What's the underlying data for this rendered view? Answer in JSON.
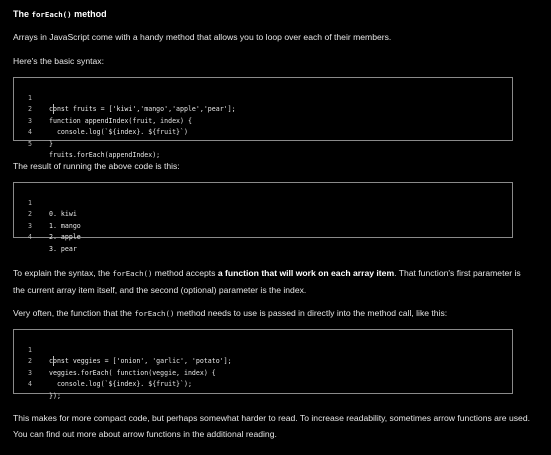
{
  "heading": {
    "prefix": "The ",
    "code": "forEach()",
    "suffix": " method"
  },
  "intro": "Arrays in JavaScript come with a handy method that allows you to loop over each of their members.",
  "syntax_label": "Here's the basic syntax:",
  "code_block_1": [
    {
      "num": "1",
      "text": "const fruits = ['kiwi','mango','apple','pear'];"
    },
    {
      "num": "2",
      "text": "function appendIndex(fruit, index) {"
    },
    {
      "num": "3",
      "text": "  console.log(`${index}. ${fruit}`)"
    },
    {
      "num": "4",
      "text": "}"
    },
    {
      "num": "5",
      "text": "fruits.forEach(appendIndex);"
    }
  ],
  "result_label": "The result of running the above code is this:",
  "code_block_2": [
    {
      "num": "1",
      "text": "0. kiwi"
    },
    {
      "num": "2",
      "text": "1. mango"
    },
    {
      "num": "3",
      "text": "2. apple"
    },
    {
      "num": "4",
      "text": "3. pear"
    }
  ],
  "explain": {
    "p1": "To explain the syntax, the ",
    "code": "forEach()",
    "p2": " method accepts ",
    "bold": "a function that will work on each array item",
    "p3": ". That function's first parameter is the current array item itself, and the second (optional) parameter is the index."
  },
  "often": {
    "p1": "Very often, the function that the ",
    "code": "forEach()",
    "p2": " method needs to use is passed in directly into the method call, like this:"
  },
  "code_block_3": [
    {
      "num": "1",
      "text": "const veggies = ['onion', 'garlic', 'potato'];"
    },
    {
      "num": "2",
      "text": "veggies.forEach( function(veggie, index) {"
    },
    {
      "num": "3",
      "text": "  console.log(`${index}. ${fruit}`);"
    },
    {
      "num": "4",
      "text": "});"
    }
  ],
  "closing": "This makes for more compact code, but perhaps somewhat harder to read. To increase readability, sometimes arrow functions are used. You can find out more about arrow functions in the additional reading."
}
